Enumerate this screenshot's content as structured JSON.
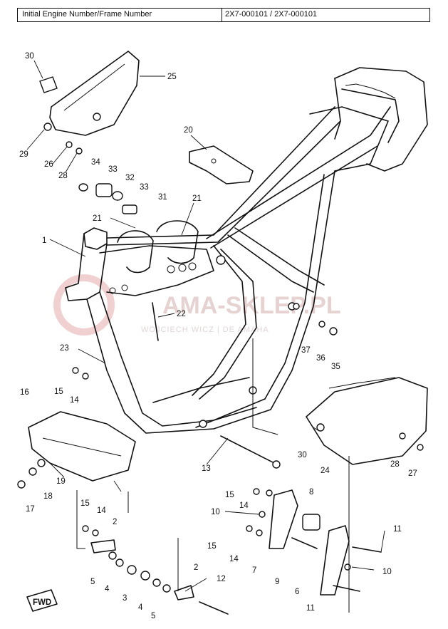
{
  "header": {
    "label": "Initial Engine Number/Frame Number",
    "value": "2X7-000101 / 2X7-000101"
  },
  "watermark": {
    "text": "AMA-SKLEP.PL",
    "subtext": "WOJCIECH  WICZ | DE  AMAHA"
  },
  "fwd_label": "FWD",
  "callouts": [
    {
      "id": "c30a",
      "label": "30"
    },
    {
      "id": "c25",
      "label": "25"
    },
    {
      "id": "c29",
      "label": "29"
    },
    {
      "id": "c26",
      "label": "26"
    },
    {
      "id": "c28a",
      "label": "28"
    },
    {
      "id": "c20",
      "label": "20"
    },
    {
      "id": "c34",
      "label": "34"
    },
    {
      "id": "c33a",
      "label": "33"
    },
    {
      "id": "c32",
      "label": "32"
    },
    {
      "id": "c33b",
      "label": "33"
    },
    {
      "id": "c31",
      "label": "31"
    },
    {
      "id": "c21a",
      "label": "21"
    },
    {
      "id": "c21b",
      "label": "21"
    },
    {
      "id": "c1",
      "label": "1"
    },
    {
      "id": "c22",
      "label": "22"
    },
    {
      "id": "c37",
      "label": "37"
    },
    {
      "id": "c36",
      "label": "36"
    },
    {
      "id": "c35",
      "label": "35"
    },
    {
      "id": "c23",
      "label": "23"
    },
    {
      "id": "c15a",
      "label": "15"
    },
    {
      "id": "c14a",
      "label": "14"
    },
    {
      "id": "c16",
      "label": "16"
    },
    {
      "id": "c19",
      "label": "19"
    },
    {
      "id": "c18",
      "label": "18"
    },
    {
      "id": "c17",
      "label": "17"
    },
    {
      "id": "c13",
      "label": "13"
    },
    {
      "id": "c30b",
      "label": "30"
    },
    {
      "id": "c24",
      "label": "24"
    },
    {
      "id": "c28b",
      "label": "28"
    },
    {
      "id": "c27",
      "label": "27"
    },
    {
      "id": "c15b",
      "label": "15"
    },
    {
      "id": "c14b",
      "label": "14"
    },
    {
      "id": "c2a",
      "label": "2"
    },
    {
      "id": "c15c",
      "label": "15"
    },
    {
      "id": "c14c",
      "label": "14"
    },
    {
      "id": "c8",
      "label": "8"
    },
    {
      "id": "c10a",
      "label": "10"
    },
    {
      "id": "c15d",
      "label": "15"
    },
    {
      "id": "c14d",
      "label": "14"
    },
    {
      "id": "c11a",
      "label": "11"
    },
    {
      "id": "c7",
      "label": "7"
    },
    {
      "id": "c9",
      "label": "9"
    },
    {
      "id": "c10b",
      "label": "10"
    },
    {
      "id": "c6",
      "label": "6"
    },
    {
      "id": "c11b",
      "label": "11"
    },
    {
      "id": "c5a",
      "label": "5"
    },
    {
      "id": "c4a",
      "label": "4"
    },
    {
      "id": "c3",
      "label": "3"
    },
    {
      "id": "c4b",
      "label": "4"
    },
    {
      "id": "c5b",
      "label": "5"
    },
    {
      "id": "c2b",
      "label": "2"
    },
    {
      "id": "c12",
      "label": "12"
    }
  ]
}
